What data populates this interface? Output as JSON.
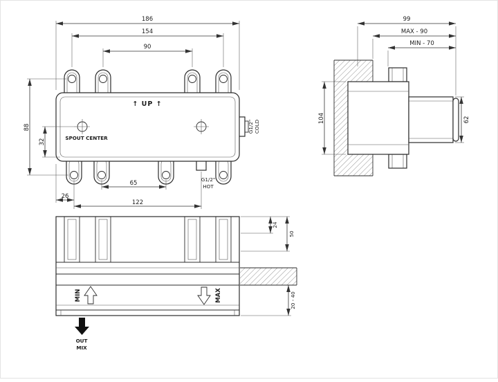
{
  "front_view": {
    "dim_total_width": "186",
    "dim_outer_holes": "154",
    "dim_inner_holes": "90",
    "dim_height": "88",
    "dim_spout_offset": "32",
    "dim_left_offset": "26",
    "dim_inner_bottom": "65",
    "dim_bottom_span": "122",
    "up_label": "↑ UP ↑",
    "spout_center_label": "SPOUT CENTER",
    "cold_thread": "G1/2\"",
    "cold_label": "COLD",
    "hot_thread": "G1/2\"",
    "hot_label": "HOT"
  },
  "side_view": {
    "dim_depth": "99",
    "dim_max": "MAX - 90",
    "dim_min": "MIN - 70",
    "dim_body_height": "104",
    "dim_diameter": "62"
  },
  "bottom_view": {
    "dim_tab_depth": "24",
    "dim_body_depth": "50",
    "dim_wall_thickness": "20 - 40",
    "min_label": "MIN",
    "max_label": "MAX",
    "outlet_label_line1": "OUT",
    "outlet_label_line2": "MIX"
  }
}
